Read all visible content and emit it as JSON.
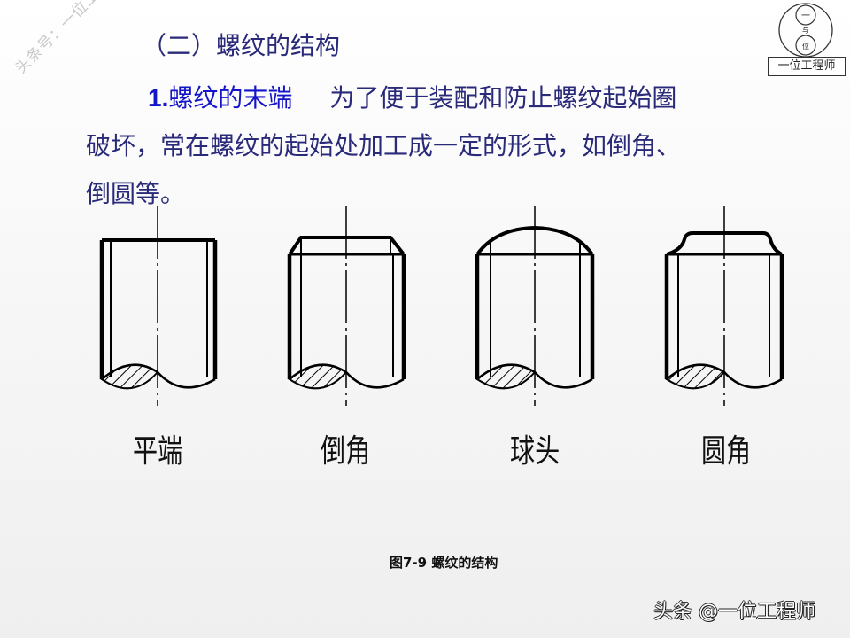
{
  "watermark": {
    "diagonal_text": "头条号：一位工程师",
    "logo_top_char": "一",
    "logo_mid_char": "与",
    "logo_bottom_char": "位",
    "logo_label": "一位工程师",
    "footer_text": "头条 @一位工程师"
  },
  "slide": {
    "section_title": "（二）螺纹的结构",
    "paragraph": {
      "lead_number": "1.",
      "lead_term": "螺纹的末端",
      "line1_rest": "为了便于装配和防止螺纹起始圈",
      "line2": "破坏，常在螺纹的起始处加工成一定的形式，如倒角、",
      "line3": "倒圆等。"
    },
    "figure": {
      "labels": [
        "平端",
        "倒角",
        "球头",
        "圆角"
      ],
      "caption": "图7-9 螺纹的结构"
    }
  },
  "colors": {
    "body_text": "#2a2a7a",
    "lead_text": "#1414c8",
    "drawing": "#000000"
  }
}
